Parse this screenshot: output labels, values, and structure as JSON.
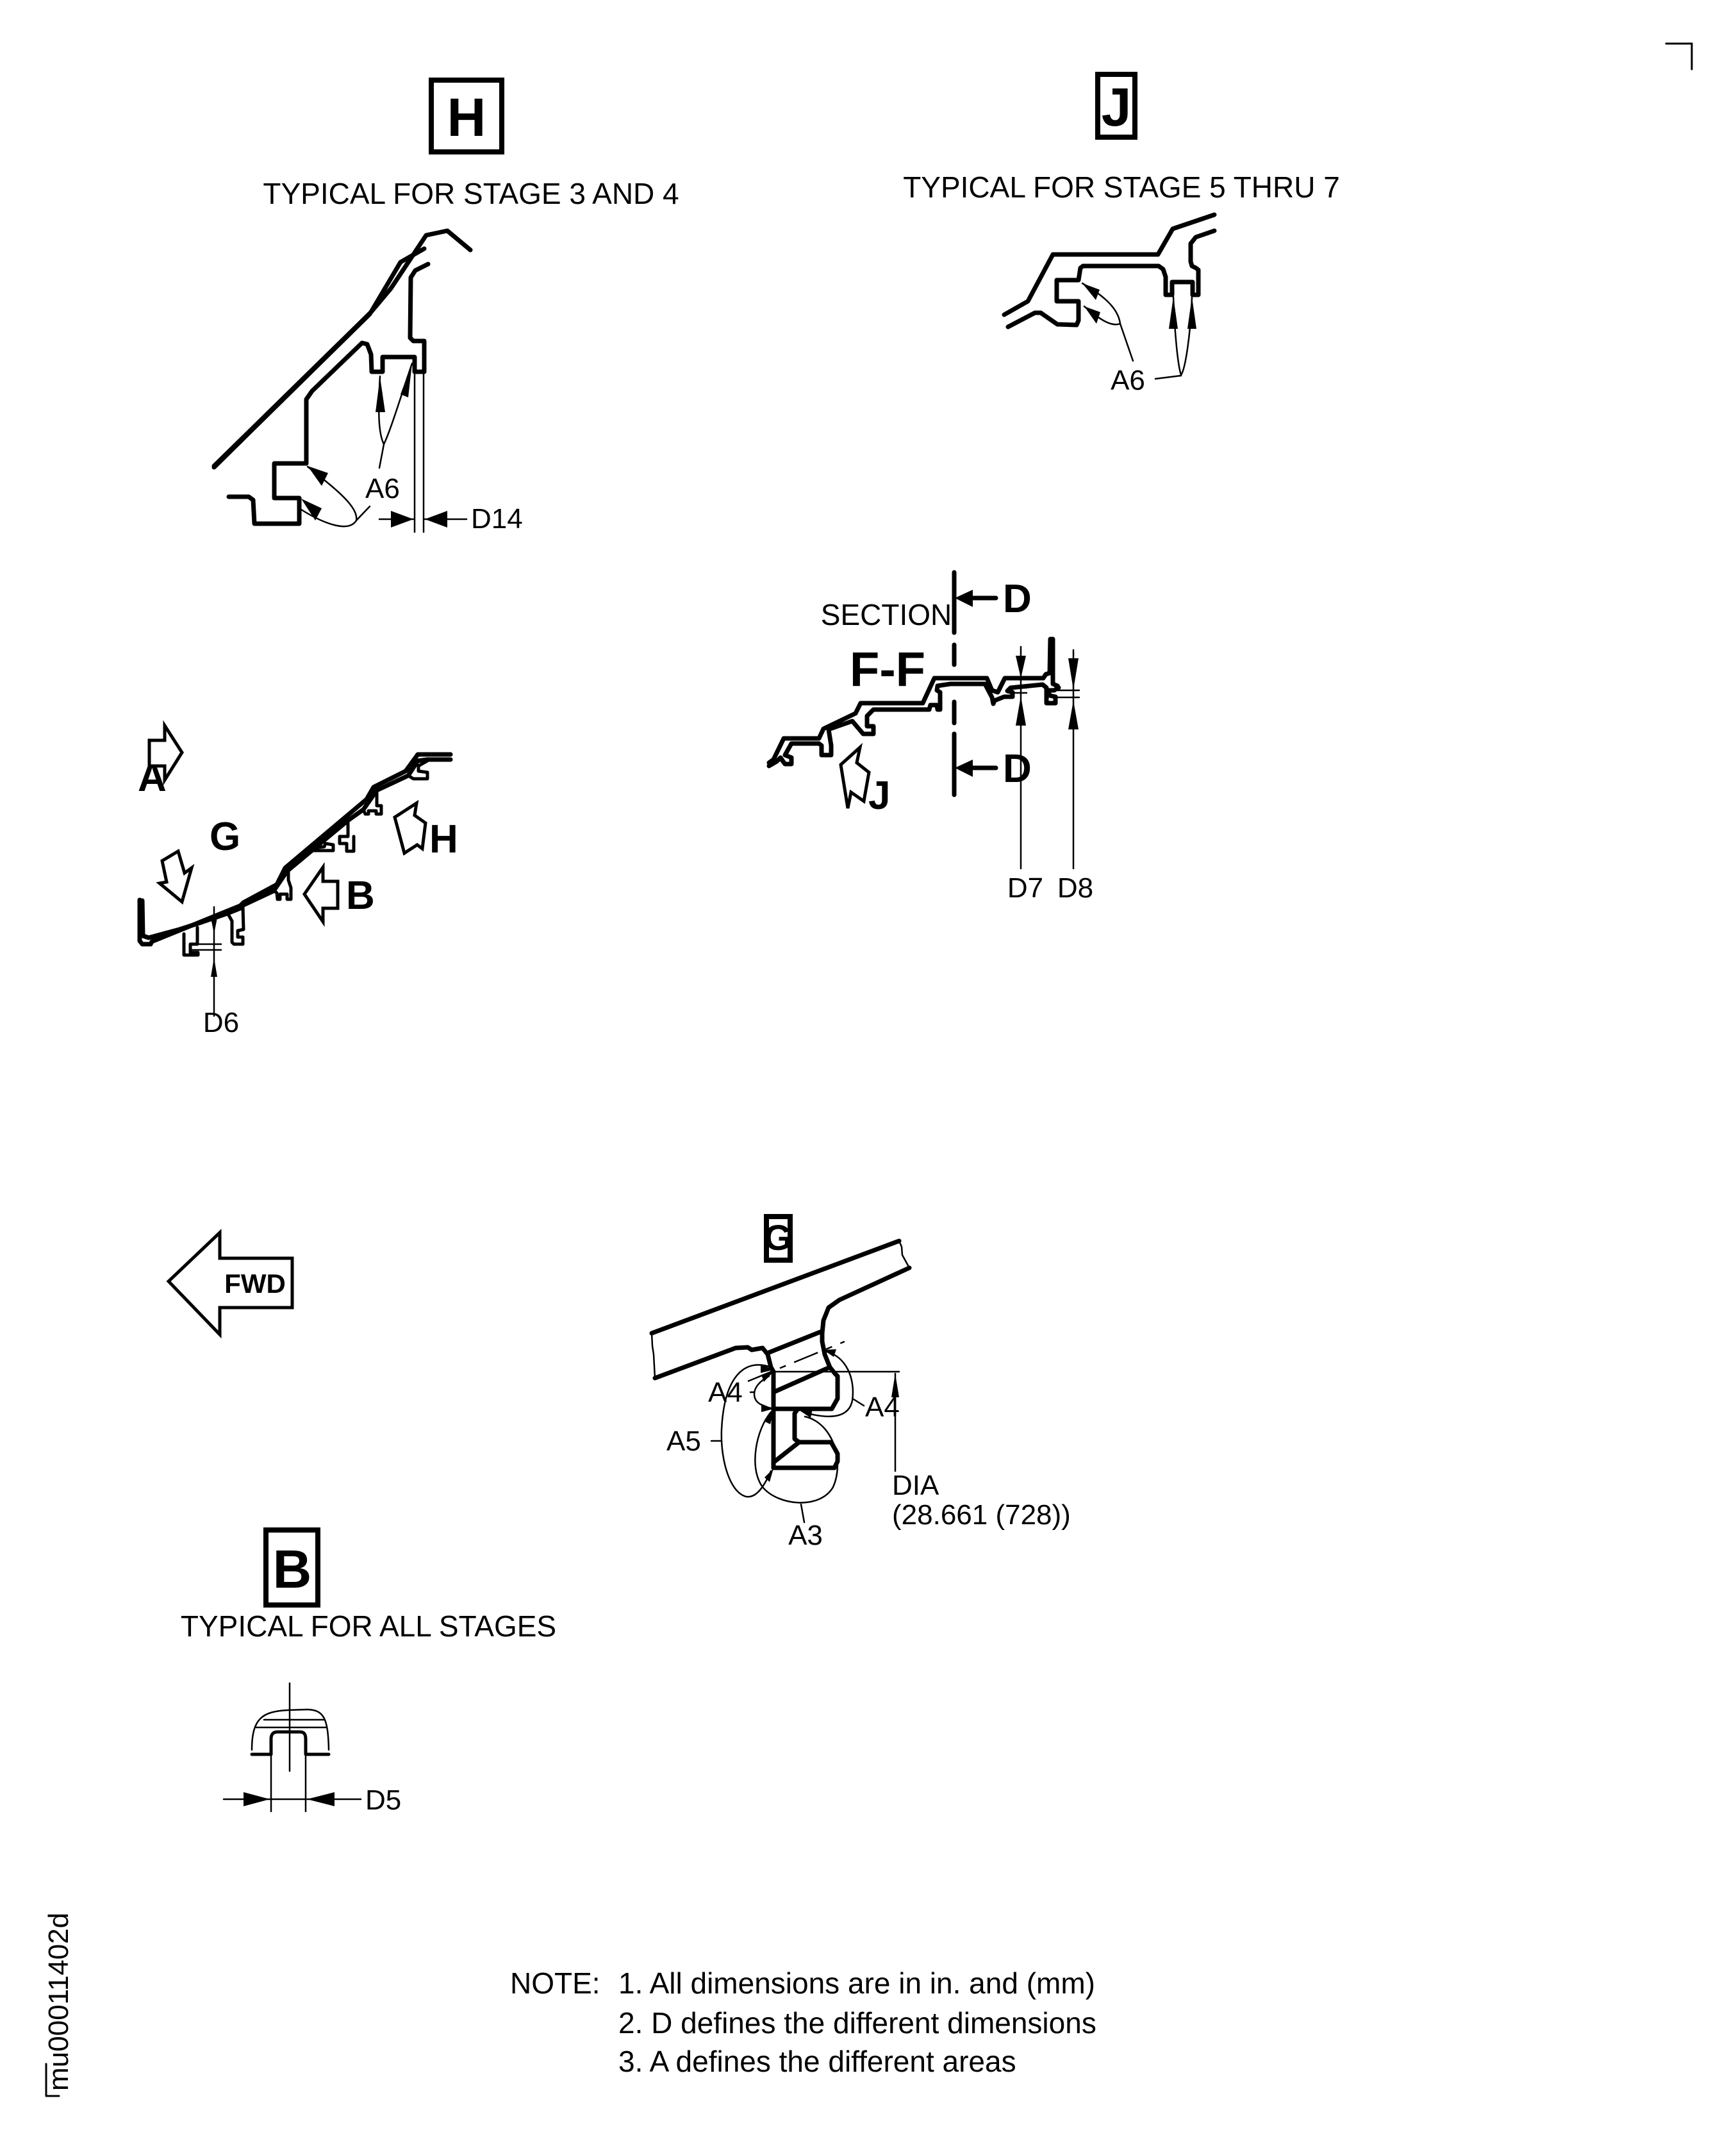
{
  "document_id": "mu00011402d",
  "details": {
    "H": {
      "letter": "H",
      "caption": "TYPICAL FOR STAGE 3 AND 4",
      "area_label": "A6",
      "dimension_label": "D14"
    },
    "J": {
      "letter": "J",
      "caption": "TYPICAL FOR STAGE 5 THRU 7",
      "area_label": "A6"
    },
    "B": {
      "letter": "B",
      "caption": "TYPICAL FOR ALL STAGES",
      "dimension_label": "D5"
    },
    "G": {
      "letter": "G",
      "area_labels": [
        "A4",
        "A4",
        "A5",
        "A3"
      ],
      "diameter_label": "DIA",
      "diameter_value": "(28.661 (728))"
    }
  },
  "section": {
    "title": "SECTION",
    "name": "F-F",
    "cut_label_top": "D",
    "cut_label_bottom": "D",
    "view_arrows": [
      "A",
      "G",
      "B",
      "H",
      "J"
    ],
    "dimension_labels": [
      "D6",
      "D7",
      "D8"
    ],
    "forward_label": "FWD"
  },
  "notes": {
    "prefix": "NOTE:",
    "items": [
      "1. All dimensions are in in. and (mm)",
      "2. D defines the different dimensions",
      "3. A defines the different areas"
    ]
  }
}
